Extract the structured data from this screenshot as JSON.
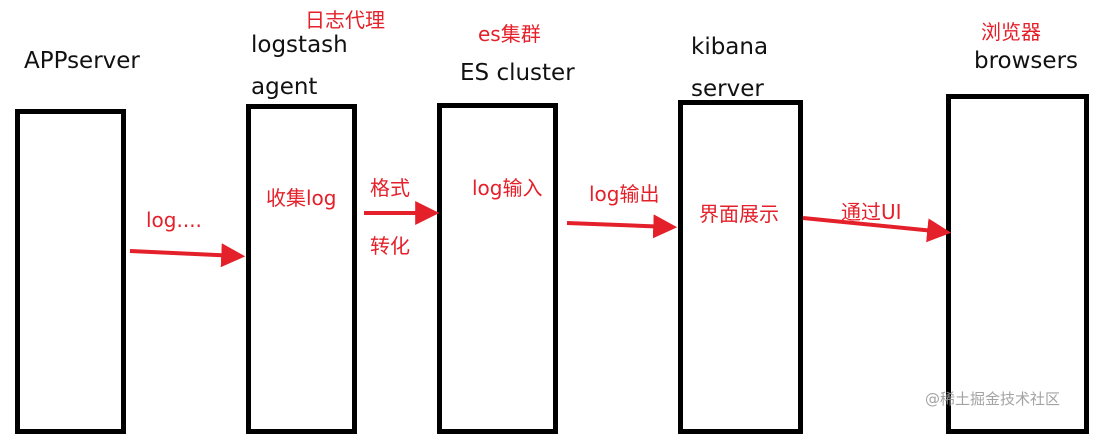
{
  "components": [
    {
      "id": "appserver",
      "name": "APPserver",
      "annotation": "",
      "inner_text": ""
    },
    {
      "id": "logstash",
      "name_line1": "logstash",
      "name_line2": "agent",
      "annotation": "日志代理",
      "inner_text": "收集log"
    },
    {
      "id": "es",
      "name": "ES cluster",
      "annotation": "es集群",
      "inner_text": "log输入"
    },
    {
      "id": "kibana",
      "name_line1": "kibana",
      "name_line2": "server",
      "annotation": "",
      "inner_text": "界面展示"
    },
    {
      "id": "browsers",
      "name": "browsers",
      "annotation": "浏览器",
      "inner_text": ""
    }
  ],
  "arrows": [
    {
      "label": "log...."
    },
    {
      "label_line1": "格式",
      "label_line2": "转化"
    },
    {
      "label": "log输出"
    },
    {
      "label": "通过UI"
    }
  ],
  "watermark": "@稀土掘金技术社区",
  "colors": {
    "box_border": "#000000",
    "arrow": "#e4202a",
    "annotation": "#e4202a",
    "label": "#111111"
  }
}
